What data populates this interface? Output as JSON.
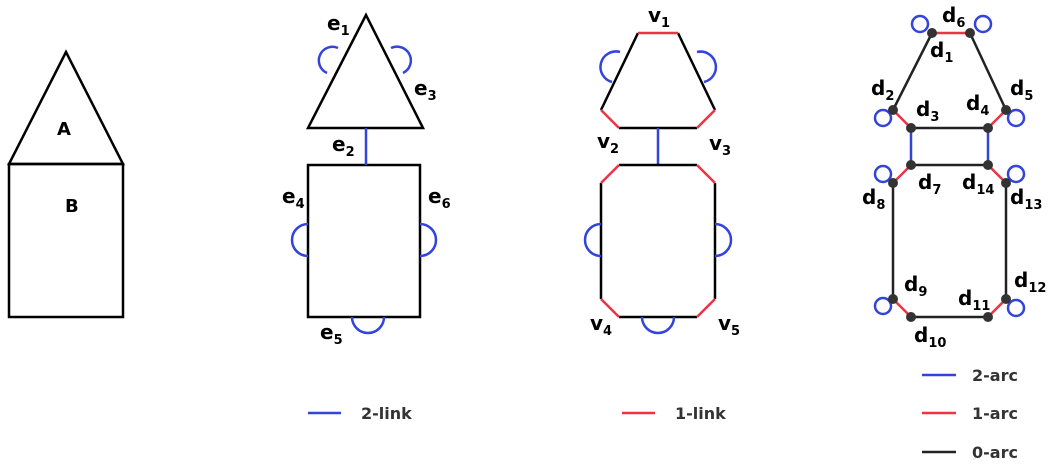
{
  "colors": {
    "two": "#3344dd",
    "one": "#ee3344",
    "zero": "#222222",
    "shape": "#000000"
  },
  "panel1": {
    "a": "A",
    "b": "B"
  },
  "panel2": {
    "e1": "e",
    "e1s": "1",
    "e2": "e",
    "e2s": "2",
    "e3": "e",
    "e3s": "3",
    "e4": "e",
    "e4s": "4",
    "e5": "e",
    "e5s": "5",
    "e6": "e",
    "e6s": "6",
    "legend": "2-link"
  },
  "panel3": {
    "v1": "v",
    "v1s": "1",
    "v2": "v",
    "v2s": "2",
    "v3": "v",
    "v3s": "3",
    "v4": "v",
    "v4s": "4",
    "v5": "v",
    "v5s": "5",
    "legend": "1-link"
  },
  "panel4": {
    "d": "d",
    "subs": [
      "1",
      "2",
      "3",
      "4",
      "5",
      "6",
      "7",
      "8",
      "9",
      "10",
      "11",
      "12",
      "13",
      "14"
    ],
    "legend": [
      "2-arc",
      "1-arc",
      "0-arc"
    ]
  }
}
